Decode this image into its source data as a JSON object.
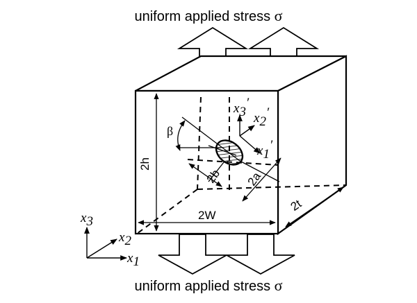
{
  "captions": {
    "top_text": "uniform applied stress",
    "bottom_text": "uniform applied stress",
    "stress_symbol": "σ"
  },
  "dimensions": {
    "height": "2h",
    "width": "2W",
    "thickness": "2t",
    "minor_axis": "2b",
    "major_axis": "2a",
    "angle": "β"
  },
  "local_axes": {
    "x3p": {
      "letter": "x",
      "sub": "3",
      "mark": "′"
    },
    "x2p": {
      "letter": "x",
      "sub": "2",
      "mark": "′"
    },
    "x1p": {
      "letter": "x",
      "sub": "1",
      "mark": "′"
    }
  },
  "global_axes": {
    "x3": {
      "letter": "x",
      "sub": "3"
    },
    "x2": {
      "letter": "x",
      "sub": "2"
    },
    "x1": {
      "letter": "x",
      "sub": "1"
    }
  }
}
